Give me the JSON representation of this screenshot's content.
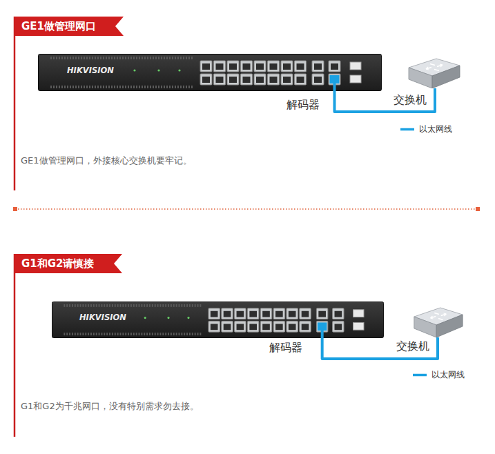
{
  "diagram": {
    "nodes": [
      {
        "text": [
          "GE1做管理网口"
        ]
      },
      {
        "text": [
          "HIKVISION",
          "解码器"
        ]
      },
      {
        "text": [
          "交换机"
        ]
      },
      {
        "text": [
          "G1和G2请慎接"
        ]
      },
      {
        "text": [
          "HIKVISION",
          "解码器"
        ]
      },
      {
        "text": [
          "交换机"
        ]
      }
    ],
    "edges": [
      {
        "from": 1,
        "to": 2,
        "arrow": "none"
      },
      {
        "from": 4,
        "to": 5,
        "arrow": "none"
      }
    ],
    "labels": [
      "GE1做管理网口，外接核心交换机要牢记。",
      "G1和G2为千兆网口，没有特别需求勿去接。"
    ],
    "legend": [
      {
        "text": "以太网线"
      },
      {
        "text": "以太网线"
      }
    ]
  }
}
